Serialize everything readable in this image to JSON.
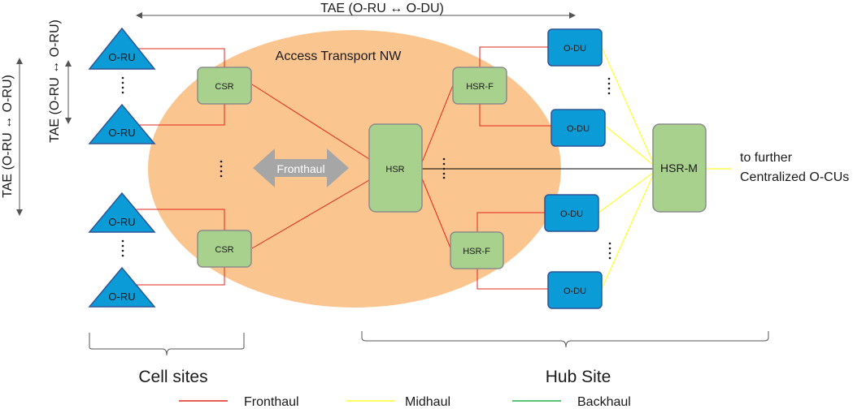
{
  "top_tae_label": "TAE (O-RU ↔ O-DU)",
  "left_tae_outer_label": "TAE (O-RU ↔ O-RU)",
  "left_tae_inner_label": "TAE (O-RU ↔ O-RU)",
  "access_nw_label": "Access Transport NW",
  "fronthaul_arrow_label": "Fronthaul",
  "nodes": {
    "oru": "O-RU",
    "csr": "CSR",
    "hsr": "HSR",
    "hsr_f": "HSR-F",
    "odu": "O-DU",
    "hsr_m": "HSR-M"
  },
  "further_line1": "to further",
  "further_line2": "Centralized O-CUs",
  "cell_sites_label": "Cell sites",
  "hub_site_label": "Hub Site",
  "legend": {
    "fronthaul": "Fronthaul",
    "midhaul": "Midhaul",
    "backhaul": "Backhaul"
  },
  "colors": {
    "fronthaul": "#e0261b",
    "midhaul": "#ffff33",
    "backhaul": "#22b14c",
    "ellipse": "#fbc590",
    "router_fill": "#a9d18e",
    "router_stroke": "#8c8c8c",
    "blue_fill": "#0b9bd7",
    "blue_stroke": "#2f5597"
  }
}
